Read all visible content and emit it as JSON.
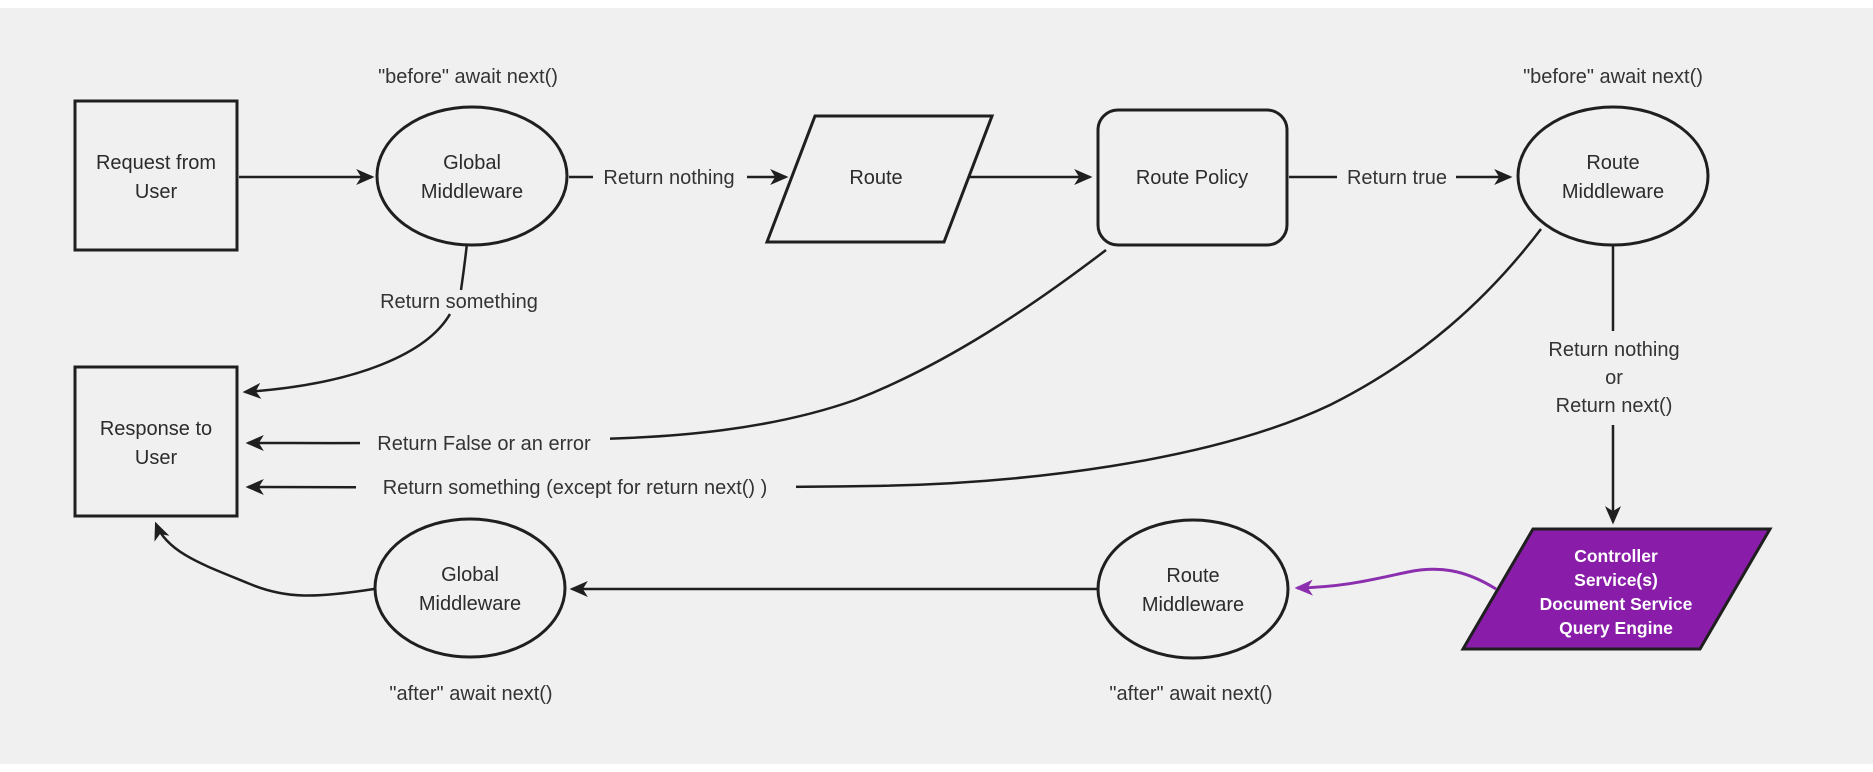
{
  "diagram": {
    "type": "flowchart",
    "subject": "request-response middleware lifecycle"
  },
  "colors": {
    "page_margin": "#ffffff",
    "background": "#f0f0f0",
    "edge_stroke": "#1f1f1f",
    "node_fill": "#f0f0f0",
    "node_text": "#2b2b2b",
    "label_text": "#333333",
    "controller_fill": "#891ca9",
    "controller_text": "#ffffff",
    "purple_arrow": "#8b2fae"
  },
  "nodes": {
    "request": {
      "line1": "Request from",
      "line2": "User"
    },
    "global_middleware_top": {
      "line1": "Global",
      "line2": "Middleware"
    },
    "route": {
      "label": "Route"
    },
    "route_policy": {
      "label": "Route Policy"
    },
    "route_middleware_top": {
      "line1": "Route",
      "line2": "Middleware"
    },
    "response": {
      "line1": "Response to",
      "line2": "User"
    },
    "controller": {
      "line1": "Controller",
      "line2": "Service(s)",
      "line3": "Document Service",
      "line4": "Query Engine"
    },
    "route_middleware_bottom": {
      "line1": "Route",
      "line2": "Middleware"
    },
    "global_middleware_bottom": {
      "line1": "Global",
      "line2": "Middleware"
    }
  },
  "labels": {
    "before_await_left": "\"before\" await next()",
    "before_await_right": "\"before\" await next()",
    "return_nothing": "Return nothing",
    "return_true": "Return true",
    "return_something": "Return something",
    "return_false_or_error": "Return False or an error",
    "return_something_except": "Return something (except for return next() )",
    "return_nothing_or_line1": "Return nothing",
    "return_nothing_or_line2": "or",
    "return_nothing_or_line3": "Return next()",
    "after_await_left": "\"after\" await next()",
    "after_await_right": "\"after\" await next()"
  }
}
